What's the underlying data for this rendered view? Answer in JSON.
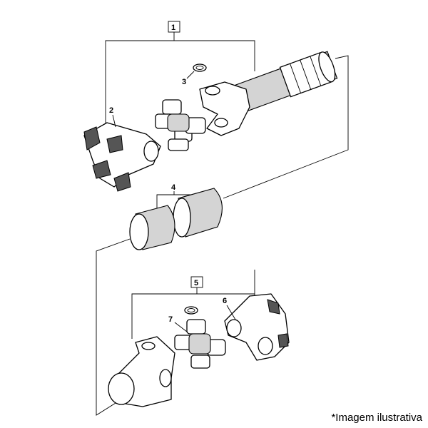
{
  "callouts": {
    "c1": "1",
    "c2": "2",
    "c3": "3",
    "c4": "4",
    "c5": "5",
    "c6": "6",
    "c7": "7"
  },
  "caption": "*Imagem ilustrativa"
}
